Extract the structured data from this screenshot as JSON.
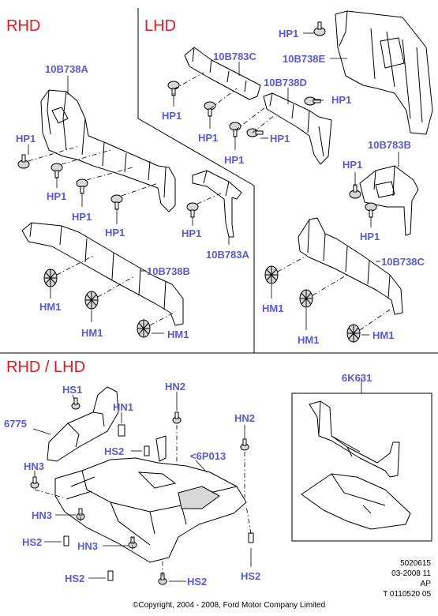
{
  "sections": {
    "rhd": "RHD",
    "lhd": "LHD",
    "rhd_lhd": "RHD / LHD"
  },
  "callouts": {
    "hp1_lhd_top": "HP1",
    "c_10b783c": "10B783C",
    "c_10b738e": "10B738E",
    "c_10b738a": "10B738A",
    "c_10b738d": "10B738D",
    "hp1_lhd_a": "HP1",
    "hp1_lhd_b": "HP1",
    "hp1_lhd_c": "HP1",
    "hp1_lhd_d": "HP1",
    "hp1_lhd_e": "HP1",
    "hp1_rhd_a": "HP1",
    "hp1_rhd_b": "HP1",
    "hp1_rhd_c": "HP1",
    "hp1_rhd_d": "HP1",
    "hp1_rhd_e": "HP1",
    "c_10b783b": "10B783B",
    "hp1_lhd_f": "HP1",
    "hp1_lhd_g": "HP1",
    "c_10b783a": "10B783A",
    "c_10b738b": "10B738B",
    "c_10b738c": "10B738C",
    "hm1_rhd_a": "HM1",
    "hm1_rhd_b": "HM1",
    "hm1_rhd_c": "HM1",
    "hm1_lhd_a": "HM1",
    "hm1_lhd_b": "HM1",
    "hm1_lhd_c": "HM1",
    "c_6k631": "6K631",
    "hs1": "HS1",
    "hn2_a": "HN2",
    "hn1": "HN1",
    "c_6775": "6775",
    "hn2_b": "HN2",
    "hs2_a": "HS2",
    "c_6p013": "<6P013",
    "hn3_a": "HN3",
    "hn3_b": "HN3",
    "hs2_b": "HS2",
    "hn3_c": "HN3",
    "hs2_c": "HS2",
    "hs2_d": "HS2",
    "hs2_e": "HS2"
  },
  "footer": {
    "code1": "5020615",
    "code2": "03-2008 11",
    "code3": "AP",
    "code4": "T 0110520 05",
    "copyright": "©Copyright, 2004 - 2008, Ford Motor Company Limited"
  }
}
